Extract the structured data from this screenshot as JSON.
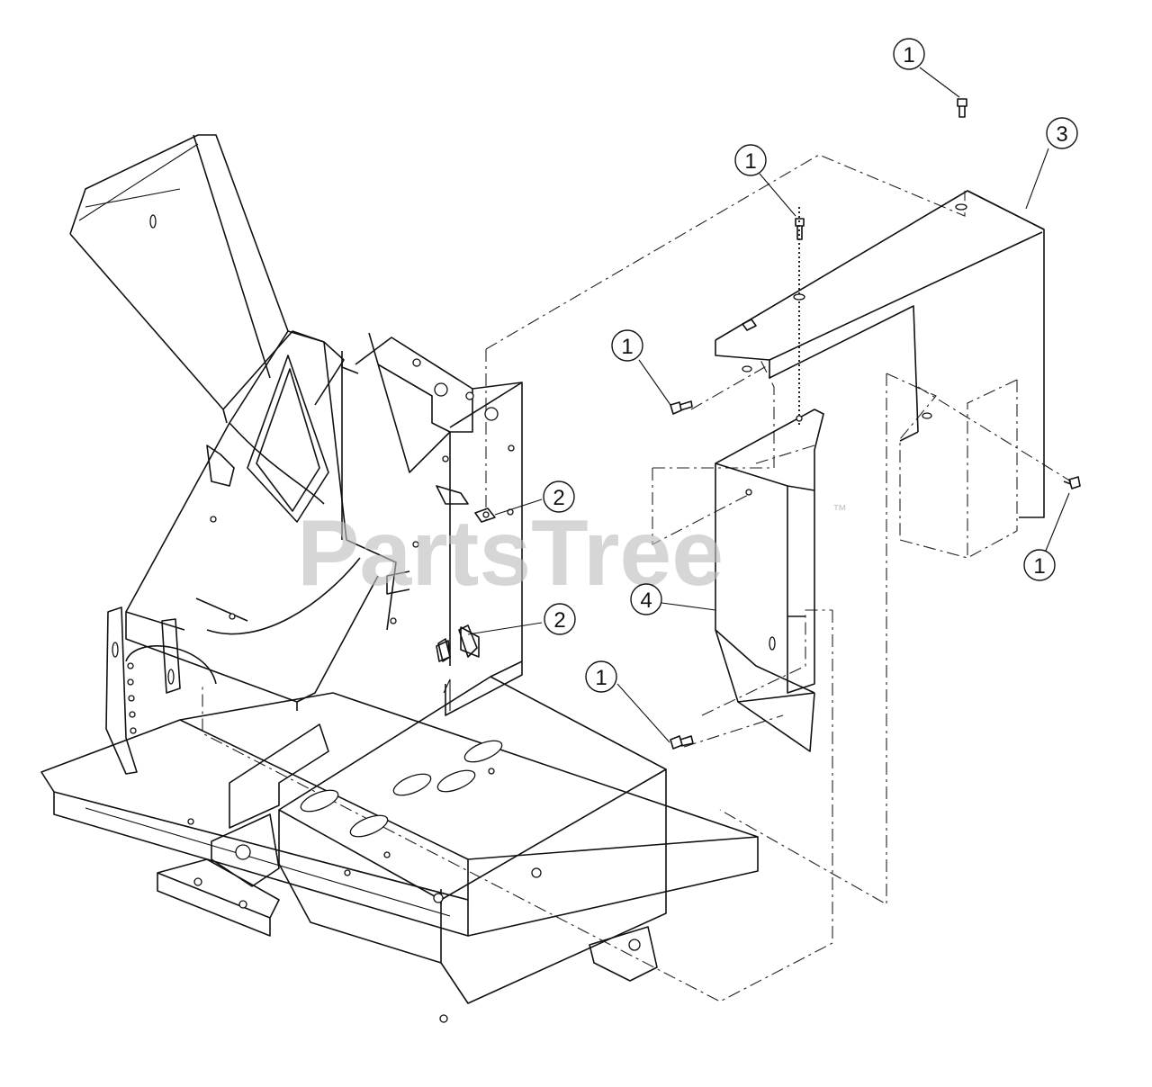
{
  "watermark": {
    "brand": "PartsTree",
    "trademark": "™"
  },
  "callouts": [
    {
      "label": "1"
    },
    {
      "label": "1"
    },
    {
      "label": "1"
    },
    {
      "label": "1"
    },
    {
      "label": "1"
    },
    {
      "label": "2"
    },
    {
      "label": "2"
    },
    {
      "label": "3"
    },
    {
      "label": "4"
    }
  ]
}
